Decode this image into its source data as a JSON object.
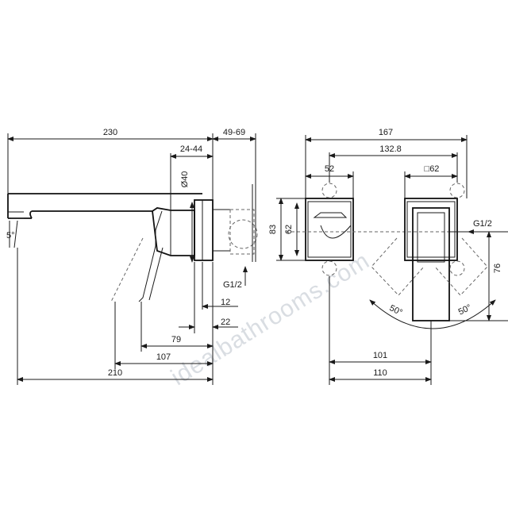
{
  "watermark": "idealbathrooms.com",
  "side_view": {
    "dim_total_length": "230",
    "dim_wall_depth": "49-69",
    "dim_body_depth": "24-44",
    "dim_diameter": "Ø40",
    "dim_spout_angle": "5°",
    "dim_thread": "G1/2",
    "dim_12": "12",
    "dim_22": "22",
    "dim_79": "79",
    "dim_107": "107",
    "dim_210": "210"
  },
  "front_view": {
    "dim_167": "167",
    "dim_132_8": "132.8",
    "dim_52": "52",
    "dim_square_62": "□62",
    "dim_83": "83",
    "dim_62": "62",
    "dim_76": "76",
    "dim_thread": "G1/2",
    "dim_angle_left": "50°",
    "dim_angle_right": "50°",
    "dim_101": "101",
    "dim_110": "110"
  }
}
